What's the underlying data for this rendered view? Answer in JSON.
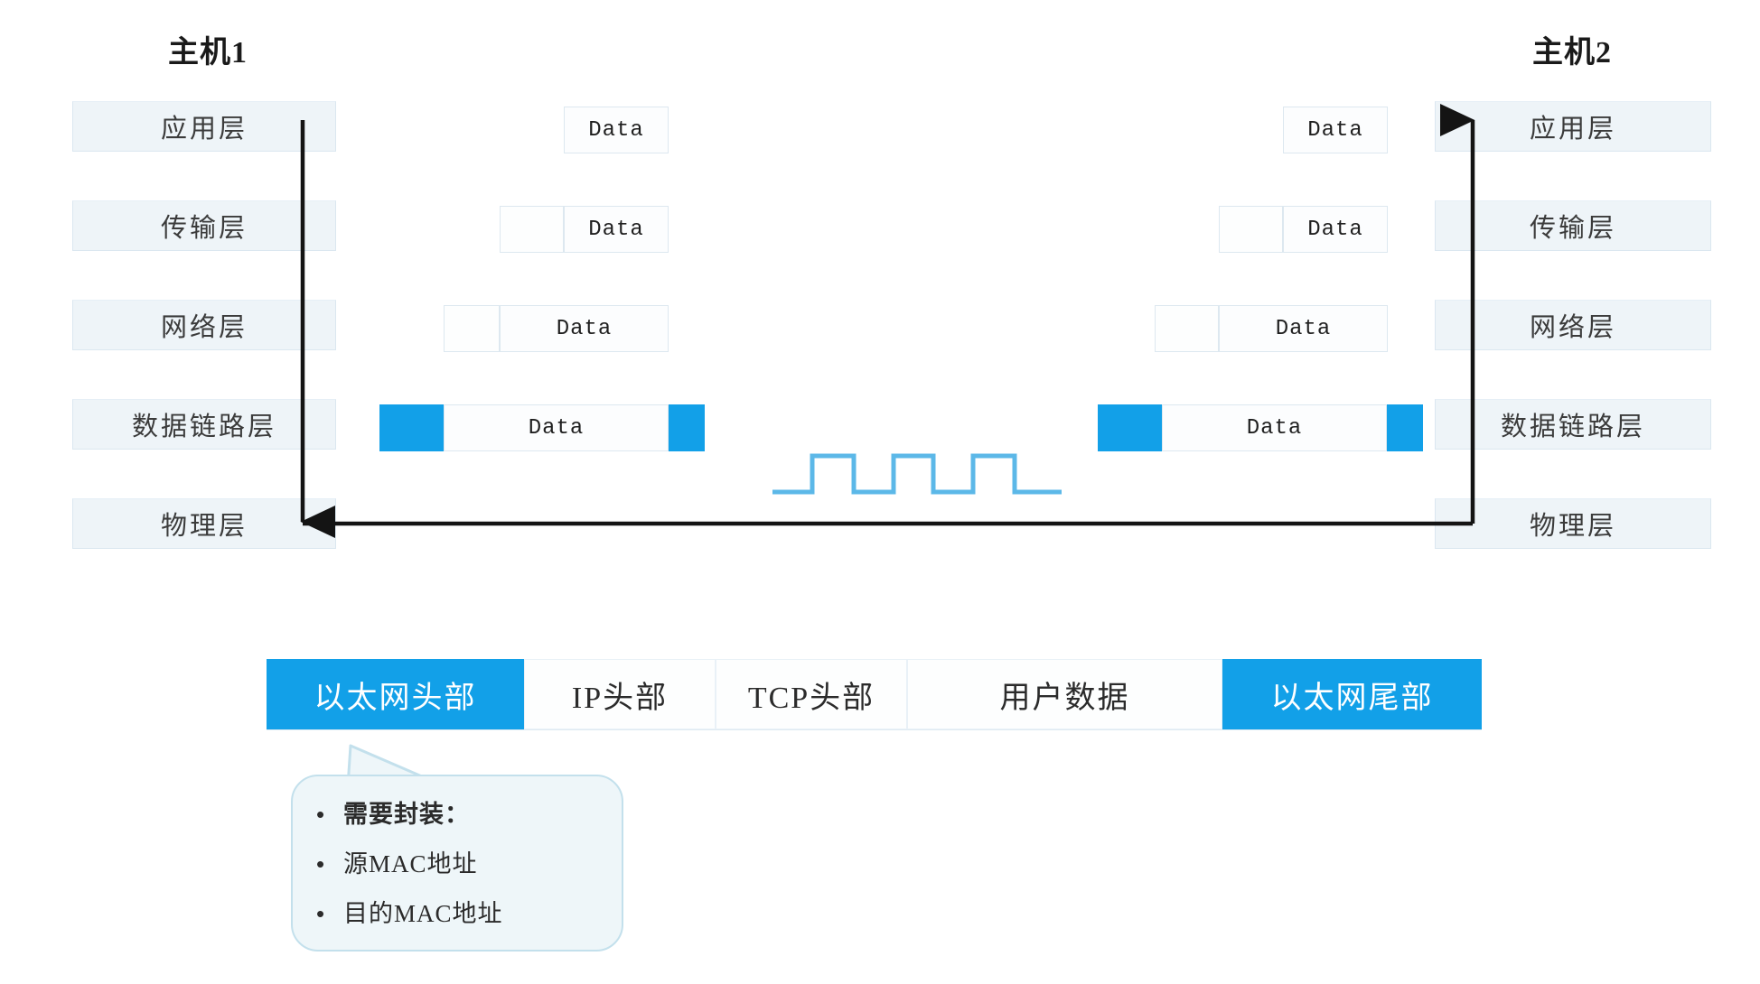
{
  "diagram": {
    "title_left": "主机1",
    "title_right": "主机2",
    "accent_color": "#12a0e8",
    "layer_fill": "#eef4f8",
    "payload_label": "Data"
  },
  "left_stack": {
    "layers": [
      {
        "label": "应用层"
      },
      {
        "label": "传输层"
      },
      {
        "label": "网络层"
      },
      {
        "label": "数据链路层"
      },
      {
        "label": "物理层"
      }
    ]
  },
  "right_stack": {
    "layers": [
      {
        "label": "应用层"
      },
      {
        "label": "传输层"
      },
      {
        "label": "网络层"
      },
      {
        "label": "数据链路层"
      },
      {
        "label": "物理层"
      }
    ]
  },
  "left_pdus": [
    {
      "layer": "应用层",
      "cells": [
        {
          "label": "Data",
          "style": "data"
        }
      ]
    },
    {
      "layer": "传输层",
      "cells": [
        {
          "label": "",
          "style": "hdr"
        },
        {
          "label": "Data",
          "style": "data"
        }
      ]
    },
    {
      "layer": "网络层",
      "cells": [
        {
          "label": "",
          "style": "hdr"
        },
        {
          "label": "Data",
          "style": "data"
        }
      ]
    },
    {
      "layer": "数据链路层",
      "cells": [
        {
          "label": "",
          "style": "blue"
        },
        {
          "label": "Data",
          "style": "data"
        },
        {
          "label": "",
          "style": "blue"
        }
      ]
    }
  ],
  "right_pdus": [
    {
      "layer": "应用层",
      "cells": [
        {
          "label": "Data",
          "style": "data"
        }
      ]
    },
    {
      "layer": "传输层",
      "cells": [
        {
          "label": "",
          "style": "hdr"
        },
        {
          "label": "Data",
          "style": "data"
        }
      ]
    },
    {
      "layer": "网络层",
      "cells": [
        {
          "label": "",
          "style": "hdr"
        },
        {
          "label": "Data",
          "style": "data"
        }
      ]
    },
    {
      "layer": "数据链路层",
      "cells": [
        {
          "label": "",
          "style": "blue"
        },
        {
          "label": "Data",
          "style": "data"
        },
        {
          "label": "",
          "style": "blue"
        }
      ]
    }
  ],
  "signal": {
    "name": "square-wave-signal",
    "color": "#5cb8e8",
    "pulses": 3
  },
  "frame_bar": {
    "segments": [
      {
        "label": "以太网头部",
        "accent": true
      },
      {
        "label": "IP头部",
        "accent": false
      },
      {
        "label": "TCP头部",
        "accent": false
      },
      {
        "label": "用户数据",
        "accent": false
      },
      {
        "label": "以太网尾部",
        "accent": true
      }
    ]
  },
  "callout": {
    "items": [
      {
        "bullet": "•",
        "text": "需要封装：",
        "strong": true
      },
      {
        "bullet": "•",
        "text": "源MAC地址",
        "strong": false
      },
      {
        "bullet": "•",
        "text": "目的MAC地址",
        "strong": false
      }
    ]
  }
}
